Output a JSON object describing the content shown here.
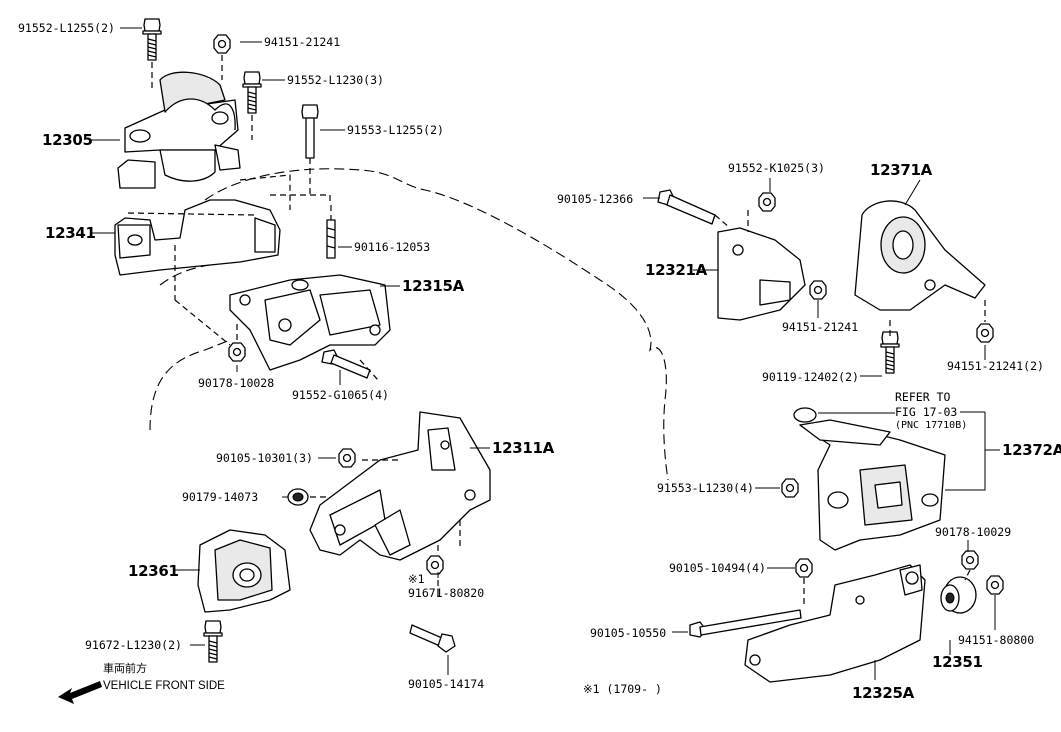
{
  "labels": {
    "p91552_L1255": "91552-L1255(2)",
    "p94151_21241_top": "94151-21241",
    "p91552_L1230": "91552-L1230(3)",
    "p91553_L1255": "91553-L1255(2)",
    "p12305": "12305",
    "p12341": "12341",
    "p90116_12053": "90116-12053",
    "p12315A": "12315A",
    "p90178_10028": "90178-10028",
    "p91552_G1065": "91552-G1065(4)",
    "p90105_10301": "90105-10301(3)",
    "p12311A": "12311A",
    "p90179_14073": "90179-14073",
    "p12361": "12361",
    "note_mark": "※1",
    "p91671_80820": "91671-80820",
    "p91672_L1230": "91672-L1230(2)",
    "p90105_14174": "90105-14174",
    "p91552_K1025": "91552-K1025(3)",
    "p12371A": "12371A",
    "p90105_12366": "90105-12366",
    "p12321A": "12321A",
    "p94151_21241_mid": "94151-21241",
    "p94151_21241_2": "94151-21241(2)",
    "p90119_12402": "90119-12402(2)",
    "refer_line1": "REFER TO",
    "refer_line2": "FIG 17-03",
    "refer_line3": "(PNC 17710B)",
    "p12372A": "12372A",
    "p91553_L1230": "91553-L1230(4)",
    "p90178_10029": "90178-10029",
    "p90105_10494": "90105-10494(4)",
    "p90105_10550": "90105-10550",
    "p94151_80800": "94151-80800",
    "p12351": "12351",
    "p12325A": "12325A",
    "front_jp": "車両前方",
    "front_en": "VEHICLE FRONT SIDE",
    "footnote": "※1 (1709-    )"
  },
  "icons": {
    "front_arrow": "arrow-left-icon",
    "bolt": "hex-bolt-icon",
    "nut": "hex-nut-icon"
  },
  "colors": {
    "ink": "#000000",
    "paper": "#ffffff"
  }
}
